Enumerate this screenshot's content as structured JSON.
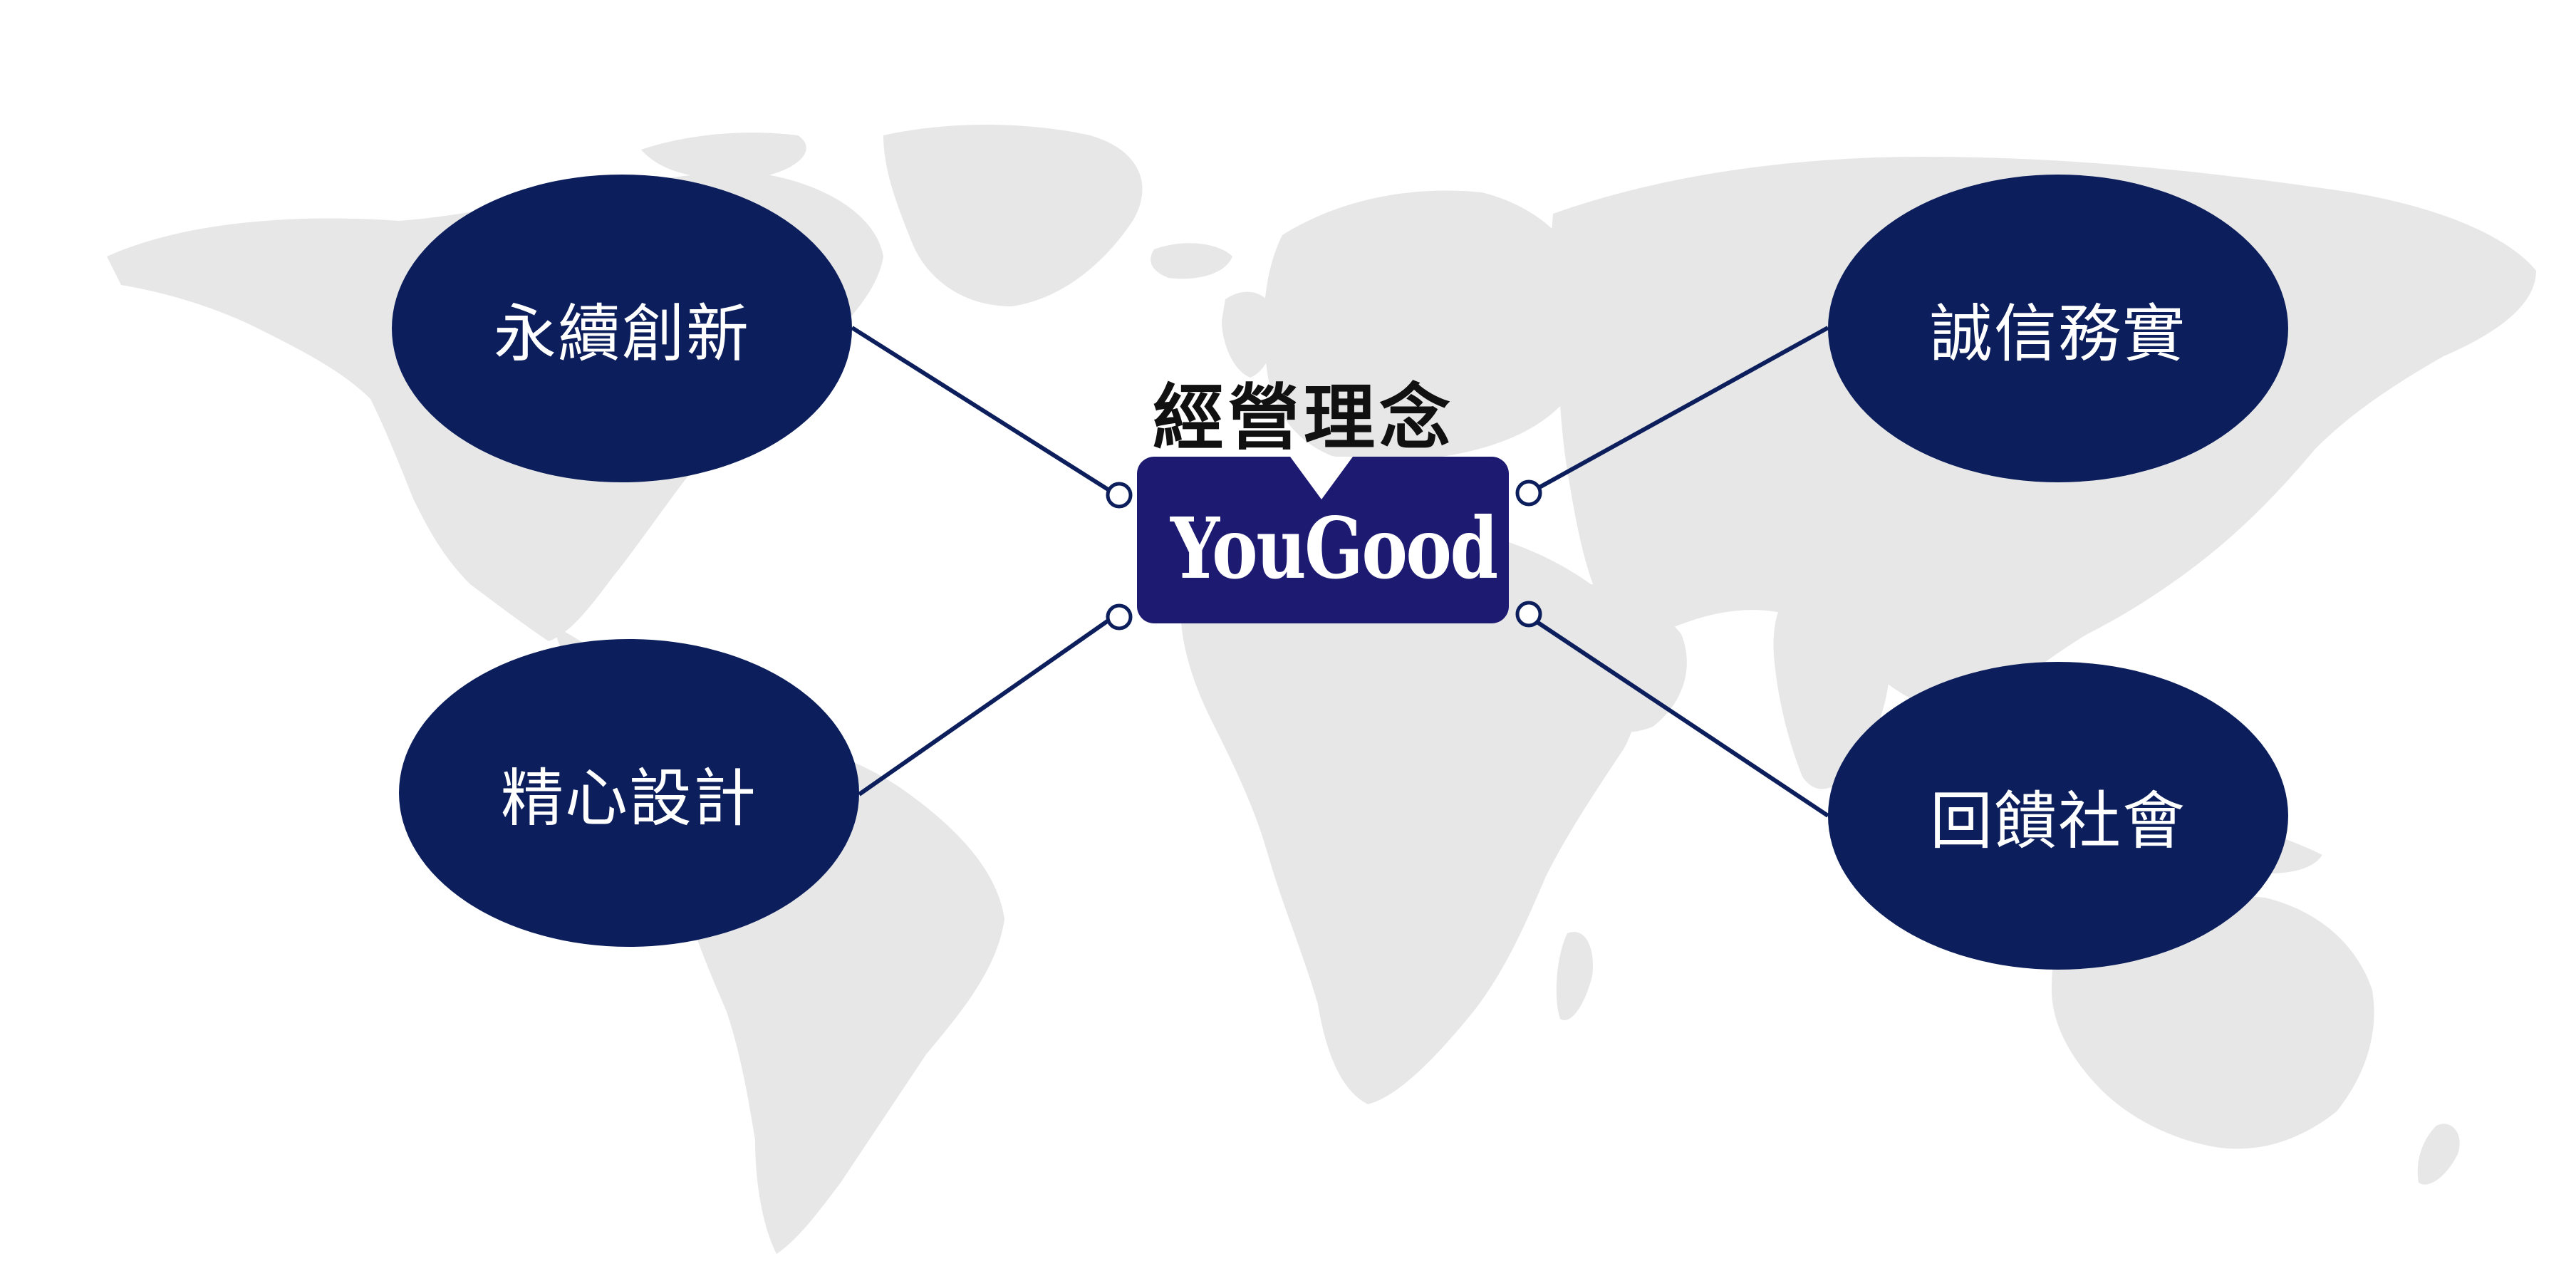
{
  "diagram": {
    "title": "經營理念",
    "logo_text": "YouGood",
    "pillars": {
      "top_left": "永續創新",
      "bottom_left": "精心設計",
      "top_right": "誠信務實",
      "bottom_right": "回饋社會"
    }
  },
  "colors": {
    "ellipse_fill": "#0c1f5c",
    "logo_fill": "#1d1a72",
    "connector": "#0c1f5c",
    "map_fill": "#e7e7e7"
  },
  "icons": {
    "background": "world-map-icon"
  }
}
